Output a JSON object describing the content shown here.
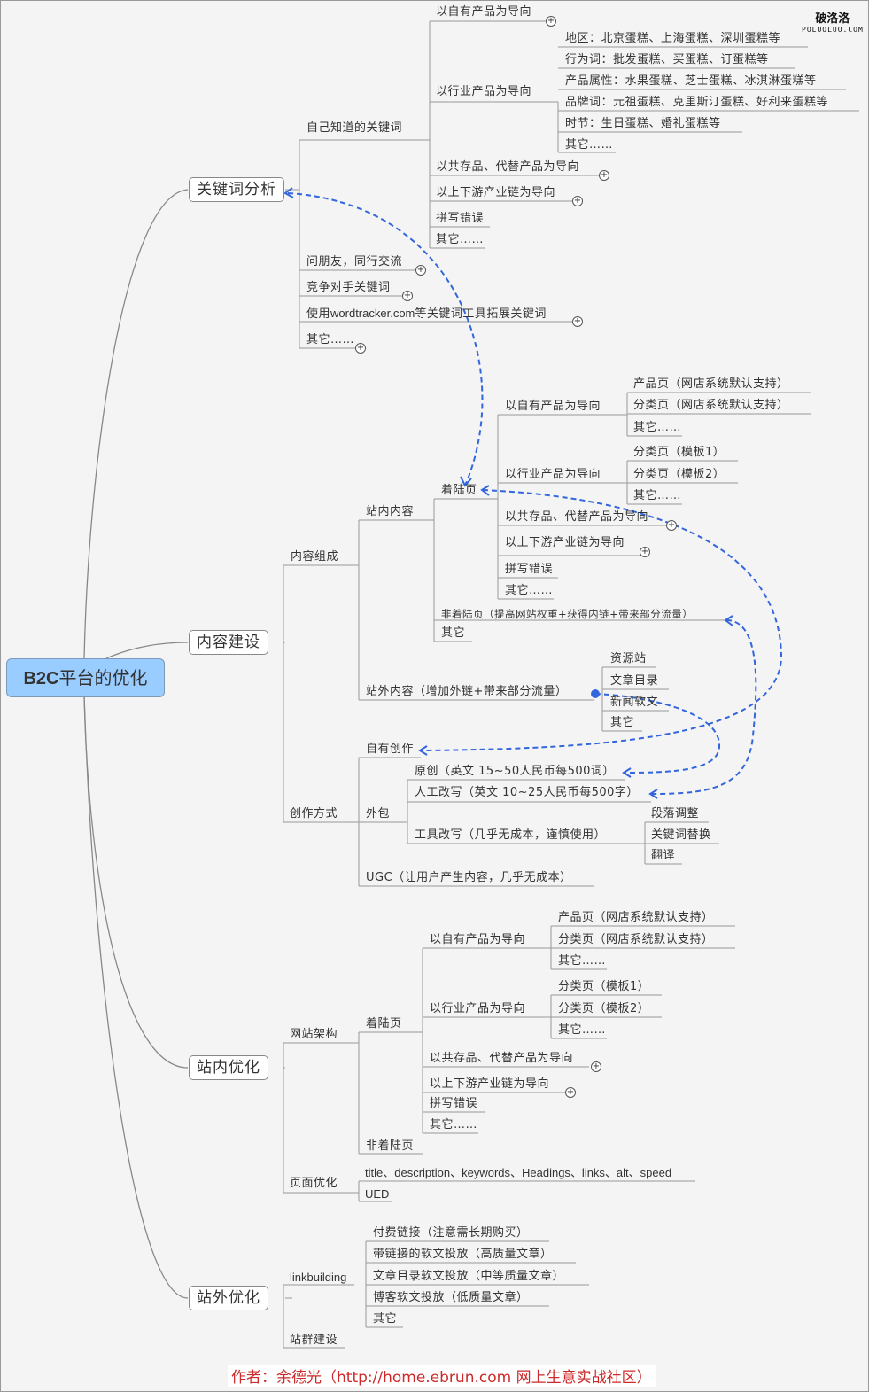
{
  "logo": {
    "cn": "破洛洛",
    "en": "POLUOLUO.COM"
  },
  "central": {
    "prefix": "B2C",
    "label": "平台的优化"
  },
  "branches": {
    "keyword": {
      "label": "关键词分析",
      "known": "自己知道的关键词",
      "own_product": "以自有产品为导向",
      "industry_product": "以行业产品为导向",
      "industry_items": [
        "地区：北京蛋糕、上海蛋糕、深圳蛋糕等",
        "行为词：批发蛋糕、买蛋糕、订蛋糕等",
        "产品属性：水果蛋糕、芝士蛋糕、冰淇淋蛋糕等",
        "品牌词：元祖蛋糕、克里斯汀蛋糕、好利来蛋糕等",
        "时节：生日蛋糕、婚礼蛋糕等",
        "其它……"
      ],
      "coexist": "以共存品、代替产品为导向",
      "updown": "以上下游产业链为导向",
      "typo": "拼写错误",
      "other": "其它……",
      "ask_friends": "问朋友，同行交流",
      "competitor": "竞争对手关键词",
      "tool_prefix": "使用",
      "tool_site": "wordtracker.com",
      "tool_suffix": "等关键词工具拓展关键词",
      "other2": "其它……"
    },
    "content": {
      "label": "内容建设",
      "composition": "内容组成",
      "onsite": "站内内容",
      "landing": "着陆页",
      "own_product": "以自有产品为导向",
      "own_items": [
        "产品页（网店系统默认支持）",
        "分类页（网店系统默认支持）",
        "其它……"
      ],
      "industry_product": "以行业产品为导向",
      "industry_items": [
        "分类页（模板1）",
        "分类页（模板2）",
        "其它……"
      ],
      "coexist": "以共存品、代替产品为导向",
      "updown": "以上下游产业链为导向",
      "typo": "拼写错误",
      "other": "其它……",
      "non_landing": "非着陆页（提高网站权重+获得内链+带来部分流量）",
      "onsite_other": "其它",
      "offsite": "站外内容（增加外链+带来部分流量）",
      "offsite_items": [
        "资源站",
        "文章目录",
        "新闻软文",
        "其它"
      ],
      "creation": "创作方式",
      "self_create": "自有创作",
      "outsource": "外包",
      "outsource_items": [
        "原创（英文 15~50人民币每500词）",
        "人工改写（英文 10~25人民币每500字）",
        "工具改写（几乎无成本，谨慎使用）"
      ],
      "tool_items": [
        "段落调整",
        "关键词替换",
        "翻译"
      ],
      "ugc": "UGC（让用户产生内容，几乎无成本）"
    },
    "onpage": {
      "label": "站内优化",
      "architecture": "网站架构",
      "landing": "着陆页",
      "own_product": "以自有产品为导向",
      "own_items": [
        "产品页（网店系统默认支持）",
        "分类页（网店系统默认支持）",
        "其它……"
      ],
      "industry_product": "以行业产品为导向",
      "industry_items": [
        "分类页（模板1）",
        "分类页（模板2）",
        "其它……"
      ],
      "coexist": "以共存品、代替产品为导向",
      "updown": "以上下游产业链为导向",
      "typo": "拼写错误",
      "other": "其它……",
      "non_landing": "非着陆页",
      "page_opt": "页面优化",
      "page_items": [
        "title、description、keywords、Headings、links、alt、speed",
        "UED"
      ]
    },
    "offpage": {
      "label": "站外优化",
      "linkbuilding": "linkbuilding",
      "link_items": [
        "付费链接（注意需长期购买）",
        "带链接的软文投放（高质量文章）",
        "文章目录软文投放（中等质量文章）",
        "博客软文投放（低质量文章）",
        "其它"
      ],
      "site_group": "站群建设"
    }
  },
  "author": "作者：余德光（http://home.ebrun.com 网上生意实战社区）",
  "colors": {
    "central_fill": "#99ccff",
    "relation_line": "#3366dd",
    "author_text": "#cc2a2a",
    "connector": "#888888"
  },
  "icons": {
    "expand": "plus-circle-icon"
  }
}
